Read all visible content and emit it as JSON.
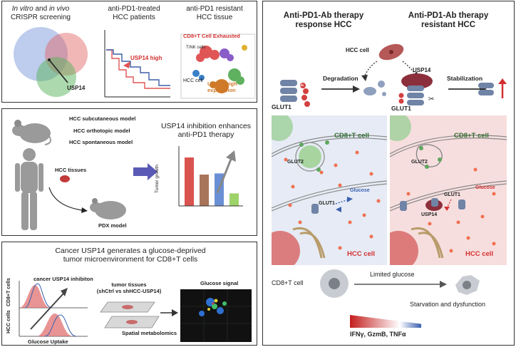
{
  "panel1": {
    "screening_line1_italic1": "In vitro",
    "screening_line1_and": " and ",
    "screening_line1_italic2": "in vivo",
    "screening_line2": "CRISPR screening",
    "venn_label": "USP14",
    "patients_line1": "anti-PD1-treated",
    "patients_line2": "HCC patients",
    "usp14_high": "USP14 high",
    "tissue_line1": "anti-PD1 resistant",
    "tissue_line2": "HCC tissue",
    "umap_cd8": "CD8+T Cell Exhausted",
    "umap_tnk": "T/NK cells",
    "umap_hcc": "HCC cell",
    "umap_usp14_line1": "USP14 high",
    "umap_usp14_line2": "expression"
  },
  "panel2": {
    "model1": "HCC subcutaneous model",
    "model2": "HCC orthotopic model",
    "model3": "HCC spontaneous model",
    "hcc_tissues": "HCC tissues",
    "pdx_model": "PDX model",
    "title_line1": "USP14 inhibition enhances",
    "title_line2": "anti-PD1 therapy",
    "tumor_growth": "Tumor growth",
    "bar_values": [
      0.85,
      0.55,
      0.57,
      0.22
    ],
    "bar_colors": [
      "#d9534f",
      "#a8745a",
      "#6b8fd4",
      "#9ed36a"
    ]
  },
  "panel3": {
    "title_line1": "Cancer USP14 generates a glucose-deprived",
    "title_line2": "tumor microenvironment for CD8+T cells",
    "cd8_label": "CD8+T cells",
    "hcc_label": "HCC cells",
    "inhibitor": "cancer USP14 inhibiton",
    "glucose_uptake": "Glucose Uptake",
    "tumor_tissues_line1": "tumor tissues",
    "tumor_tissues_line2": "(shCtrl vs shHCC-USP14)",
    "spatial": "Spatial metabolomics",
    "glucose_signal": "Glucose signal"
  },
  "right": {
    "response_line1": "Anti-PD1-Ab therapy",
    "response_line2": "response HCC",
    "resistant_line1": "Anti-PD1-Ab therapy",
    "resistant_line2": "resistant HCC",
    "hcc_cell": "HCC cell",
    "usp14_top": "USP14",
    "glut1_left": "GLUT1",
    "glut1_right": "GLUT1",
    "degradation": "Degradation",
    "stabilization": "Stabilization",
    "ub": "Ub",
    "cd8_left": "CD8+T cell",
    "cd8_right": "CD8+T cell",
    "glut2_left": "GLUT2",
    "glut2_right": "GLUT2",
    "glucose_left": "Glucose",
    "glucose_right": "Glucose",
    "glut1_mid_left": "GLUT1",
    "glut1_mid_right": "GLUT1",
    "usp14_mid": "USP14",
    "hcc_left": "HCC cell",
    "hcc_right": "HCC cell",
    "cd8_bottom": "CD8+T cell",
    "limited": "Limited glucose",
    "starvation": "Starvation and dysfunction",
    "cytokines": "IFNγ, GzmB, TNFα"
  },
  "colors": {
    "dark_green": "#2e6b2e",
    "red": "#d32f2f",
    "blue_panel": "#e6ebf5",
    "pink_panel": "#f7dede",
    "protein": "#6f84a6"
  }
}
